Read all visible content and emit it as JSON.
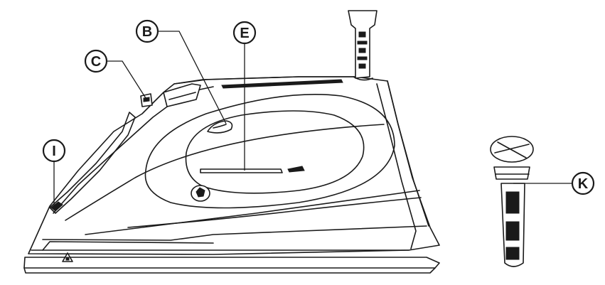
{
  "callouts": {
    "B": "B",
    "C": "C",
    "E": "E",
    "I": "I",
    "K": "K"
  },
  "colors": {
    "line": "#1a1a1a",
    "background": "#ffffff"
  },
  "icons": {
    "warning": "hot-surface-warning-icon",
    "steam_button": "hand-press-button-icon"
  }
}
